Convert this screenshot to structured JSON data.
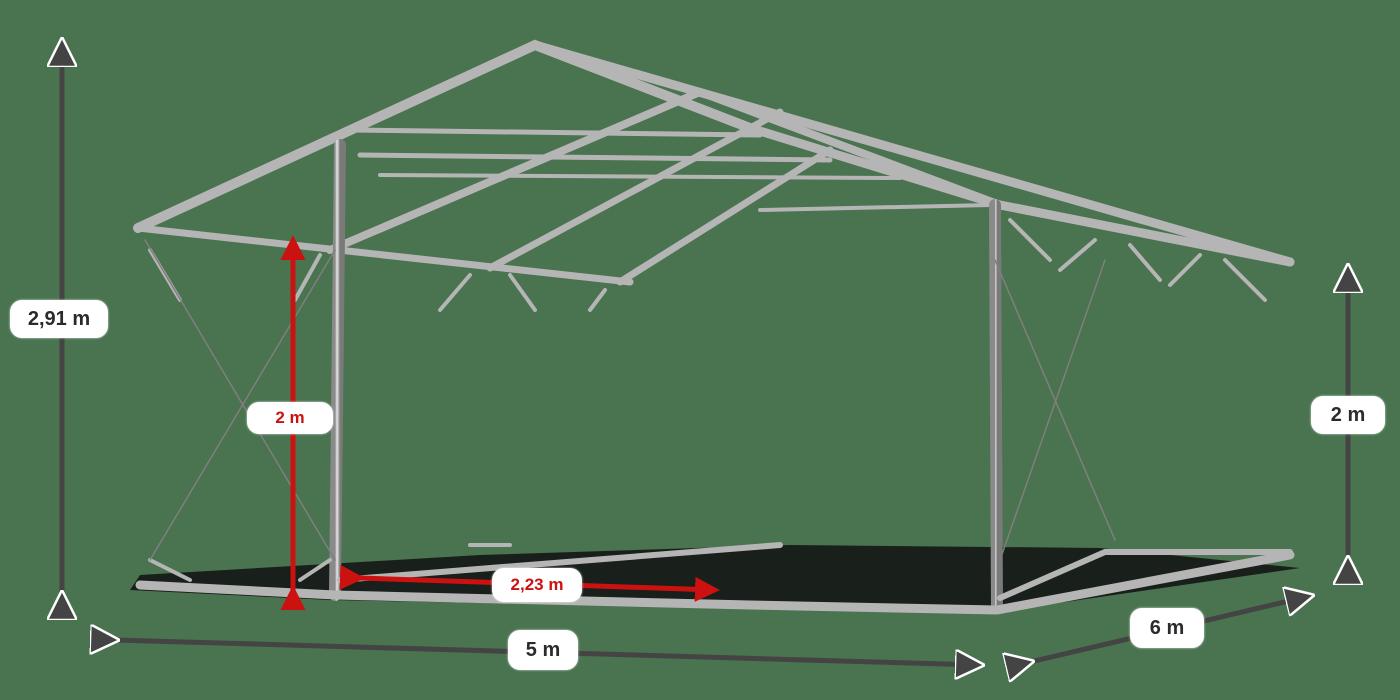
{
  "diagram": {
    "subject": "tent frame",
    "background_color": "#4a7350",
    "frame_color": "#b8b8b8",
    "arrow_color": "#444444",
    "accent_color": "#cc1111"
  },
  "dimensions": {
    "total_height": {
      "label": "2,91 m",
      "value": 2.91,
      "unit": "m"
    },
    "side_height": {
      "label": "2 m",
      "value": 2,
      "unit": "m"
    },
    "door_height": {
      "label": "2 m",
      "value": 2,
      "unit": "m"
    },
    "bay_spacing": {
      "label": "2,23 m",
      "value": 2.23,
      "unit": "m"
    },
    "width": {
      "label": "5 m",
      "value": 5,
      "unit": "m"
    },
    "length": {
      "label": "6 m",
      "value": 6,
      "unit": "m"
    }
  }
}
